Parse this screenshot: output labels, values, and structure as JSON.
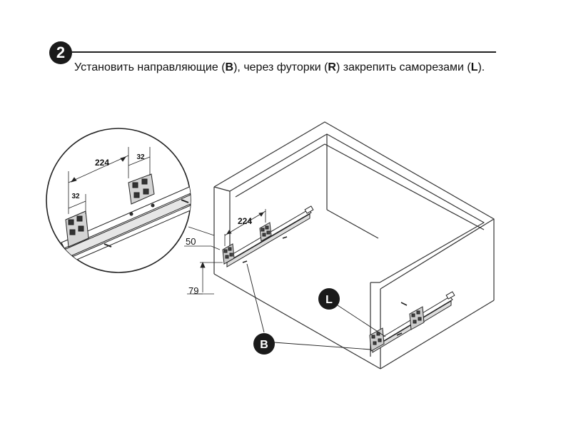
{
  "step": {
    "number": "2"
  },
  "instruction": {
    "t1": "Установить направляющие (",
    "b1": "B",
    "t2": "), через футорки (",
    "b2": "R",
    "t3": ") закрепить саморезами (",
    "b3": "L",
    "t4": ")."
  },
  "callouts": {
    "L": "L",
    "B": "B"
  },
  "dimensions": {
    "zoom_224": "224",
    "zoom_32_left": "32",
    "zoom_32_right": "32",
    "main_224": "224",
    "main_50": "50",
    "main_79": "79"
  }
}
